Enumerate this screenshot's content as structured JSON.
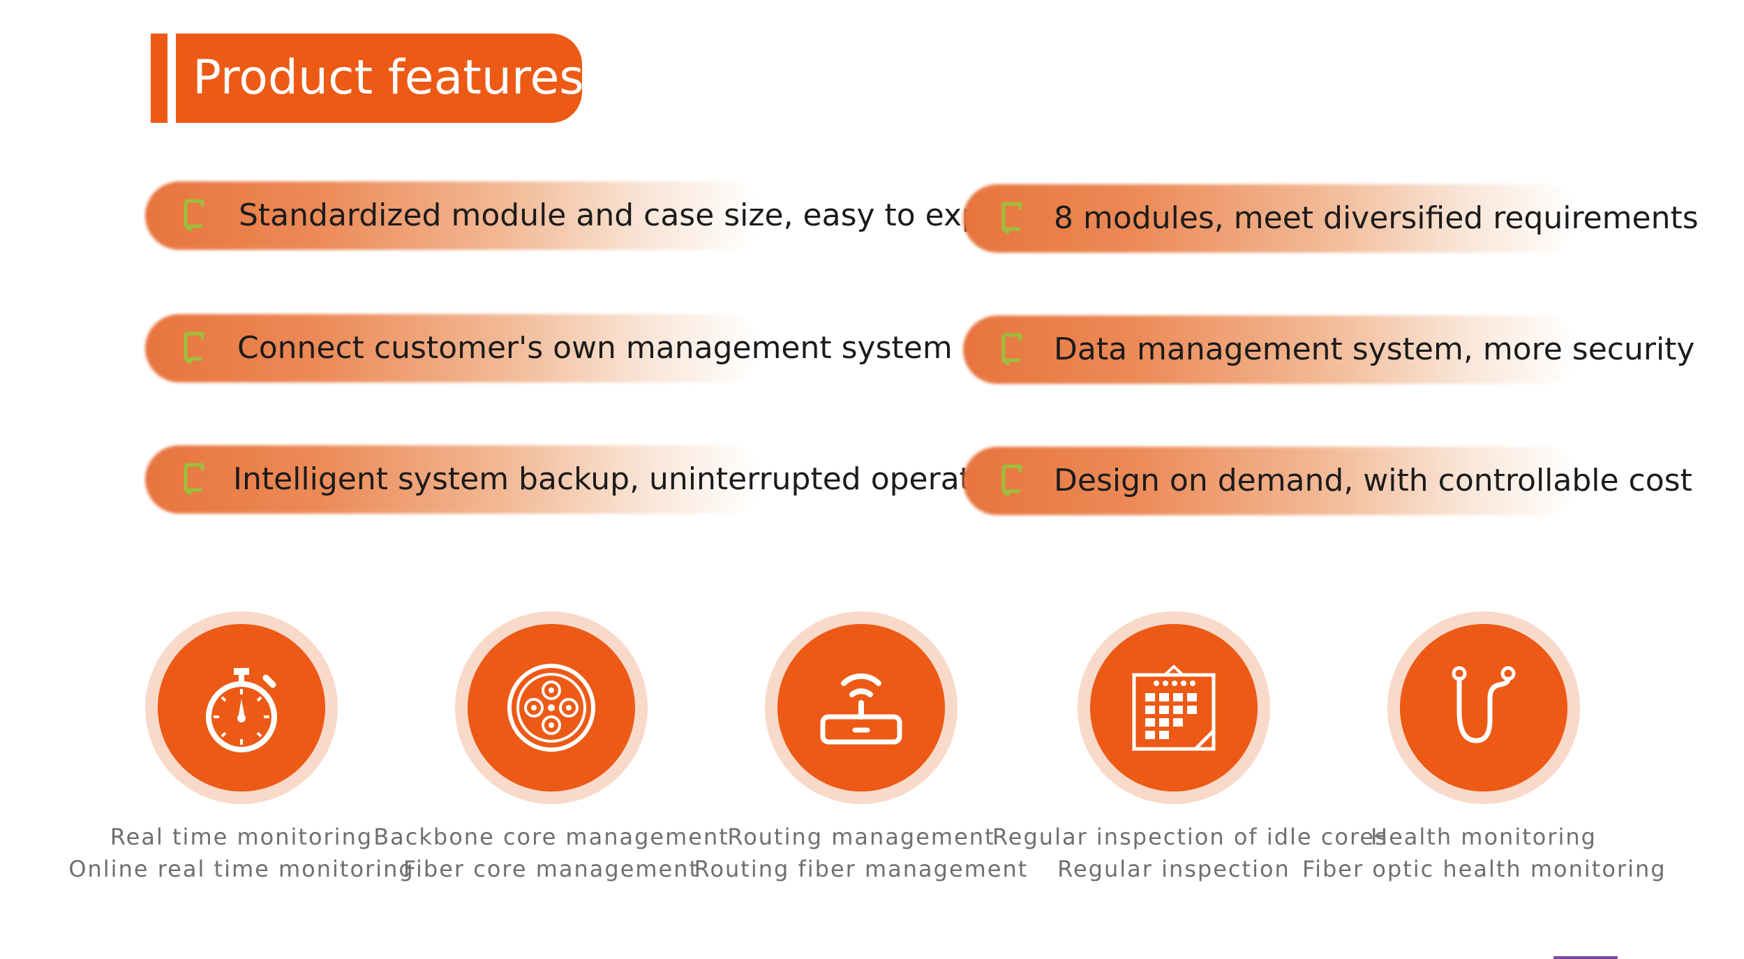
{
  "title": "Product features",
  "features": [
    {
      "text": "Standardized module and case size, easy to expand"
    },
    {
      "text": "8 modules, meet diversified requirements"
    },
    {
      "text": "Connect customer's own management system"
    },
    {
      "text": "Data management system, more security"
    },
    {
      "text": "Intelligent system backup, uninterrupted operation"
    },
    {
      "text": "Design on demand, with controllable cost"
    }
  ],
  "items": [
    {
      "icon": "stopwatch-icon",
      "line1": "Real time monitoring",
      "line2": "Online real time monitoring"
    },
    {
      "icon": "fiber-reel-icon",
      "line1": "Backbone core management",
      "line2": "Fiber core management"
    },
    {
      "icon": "router-icon",
      "line1": "Routing management",
      "line2": "Routing fiber management"
    },
    {
      "icon": "calendar-icon",
      "line1": "Regular inspection of idle cores",
      "line2": "Regular inspection"
    },
    {
      "icon": "stethoscope-icon",
      "line1": "Health monitoring",
      "line2": "Fiber optic health monitoring"
    }
  ],
  "colors": {
    "accent": "#ec5a16",
    "ring": "#f9d9c9",
    "feature_icon": "#9bbf3a",
    "caption": "#6f6f6f"
  }
}
